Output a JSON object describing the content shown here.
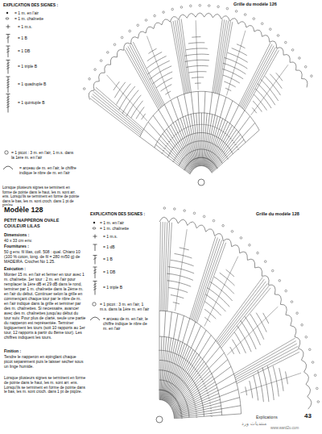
{
  "diagram": {
    "title": "Modèle 128",
    "labels": [
      "EXPLICATION DES SIGNES :",
      "Grille du modèle 126",
      "Lorsque plusieurs signes se terminent en forme de pointe dans le haut, les m. sont arr. ens. Lorsqu'ils se terminent en forme de pointe dans le bas, les m. sont croch. dans 1 pt de piqûre.",
      "PETIT NAPPERON OVALE COULEUR LILAS",
      "Dimensions :",
      "40 x 33 cm env.",
      "Fournitures :",
      "50 g env. fil lilas, coll. 508 : qual. Chiaro 10 (100 % coton, long. de fil = 280 m/50 g) de MADEIRA. Crochet No 1.25.",
      "Exécution :",
      "Monter 15 m. en l'air et fermer en tour avec 1 m. chaînette. 1er tour : 2 m. en l'air pour remplacer la 1ère dB et 29 dB dans le rond, terminer par 1 m. chaînette dans la 2ème m. en l'air du début. Continuer selon la grille en commençant chaque tour par le nbre de m. en l'air indiqué dans la grille et terminer par des m. chaînettes. Si nécessaire, avancer avec des m. chaînettes jusqu'au début du tour suiv. Pour plus de clarté, seule une partie du napperon est représentée. Terminer logiquement les tours (soit 10 rapports au 1er tour, 12 rapports à partir du 8ème tour). Les chiffres indiquent les tours.",
      "Finition :",
      "Tendre le napperon en épinglant chaque picot séparément puis le laisser sécher sous un linge humide.",
      "EXPLICATION DES SIGNES :",
      "Grille du modèle 128",
      "Lorsque plusieurs signes se terminent en forme de pointe dans le haut, les m. sont arr. ens. Lorsqu'ils se terminent en forme de pointe dans le bas, les m. sont croch. dans 1 pt de piqûre.",
      "Explications",
      "43",
      "منتديات ورد",
      "www.ward2u.com"
    ],
    "legend": [
      {
        "text": "= 1 m. en l'air"
      },
      {
        "text": "= 1 m. chaînette"
      },
      {
        "text": "= 1 m.s."
      },
      {
        "text": "= 1 B"
      },
      {
        "text": "= 1 DB"
      },
      {
        "text": "= 1 triple B"
      },
      {
        "text": "= 1 quadruple B"
      },
      {
        "text": "= 1 quintuple B"
      },
      {
        "text": "= 1 picot : 3 m. en l'air, 1 m.s. dans la 1ère m. en l'air"
      },
      {
        "text": "= arceau de m. en l'air, le chiffre indique le nbre de m. en l'air"
      },
      {
        "text": "= 1 m. en l'air"
      },
      {
        "text": "= 1 m. chaînette"
      },
      {
        "text": "= 1 m.s."
      },
      {
        "text": "= 1 dB"
      },
      {
        "text": "= 1 B"
      },
      {
        "text": "= 1 DB"
      },
      {
        "text": "= 1 triple B"
      },
      {
        "text": "= 1 picot : 3 m. en l'air, 1 m.s. dans la 1ère m. en l'air"
      },
      {
        "text": "= arceau de m. en l'air, le chiffre indique le nbre de m. en l'air"
      }
    ]
  }
}
